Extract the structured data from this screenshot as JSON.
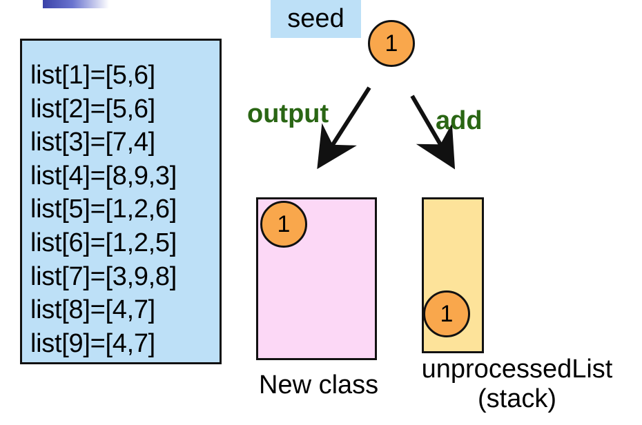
{
  "list_entries": [
    "list[1]=[5,6]",
    "list[2]=[5,6]",
    "list[3]=[7,4]",
    "list[4]=[8,9,3]",
    "list[5]=[1,2,6]",
    "list[6]=[1,2,5]",
    "list[7]=[3,9,8]",
    "list[8]=[4,7]",
    "list[9]=[4,7]"
  ],
  "seed": {
    "label": "seed",
    "node_value": "1"
  },
  "edges": {
    "output_label": "output",
    "add_label": "add"
  },
  "new_class": {
    "caption": "New class",
    "node_value": "1"
  },
  "unprocessed_list": {
    "caption_line1": "unprocessedList",
    "caption_line2": "(stack)",
    "node_value": "1"
  },
  "colors": {
    "list_box_fill": "#bde0f7",
    "seed_box_fill": "#bde0f7",
    "node_fill": "#f9a74c",
    "new_class_fill": "#fcd8f6",
    "stack_fill": "#fde39a",
    "edge_label_color": "#2a6614",
    "corner_mark": "#3a42a8"
  }
}
